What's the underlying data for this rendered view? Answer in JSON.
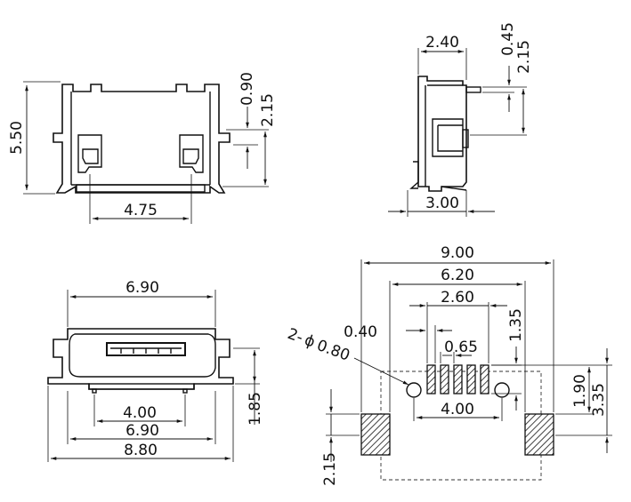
{
  "dimensions": {
    "front_height": "5.50",
    "front_bottom_width": "4.75",
    "front_right_small": "0.90",
    "front_right_large": "2.15",
    "side_top_width": "2.40",
    "side_right_small": "0.45",
    "side_right_large": "2.15",
    "side_bottom_width": "3.00",
    "bottom_top_width": "6.90",
    "bottom_inner_width": "4.00",
    "bottom_mid_width": "6.90",
    "bottom_overall_width": "8.80",
    "bottom_right_height": "1.85",
    "fp_overall_width": "9.00",
    "fp_pad_span": "6.20",
    "fp_pin_span": "2.60",
    "fp_pin_width": "0.40",
    "fp_pin_pitch": "0.65",
    "fp_hole_count_prefix": "2-",
    "fp_hole_symbol": "ϕ",
    "fp_hole_dia": "0.80",
    "fp_hole_spacing": "4.00",
    "fp_pin_length": "1.35",
    "fp_right_small": "1.90",
    "fp_right_large": "3.35",
    "fp_pad_height": "2.15"
  }
}
